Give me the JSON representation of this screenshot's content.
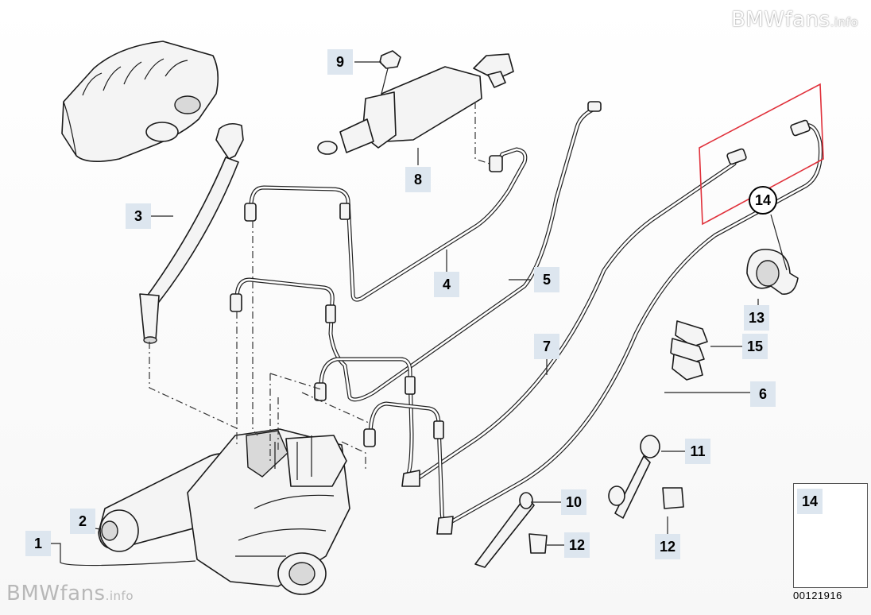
{
  "watermarks": {
    "brand": "BMWfans",
    "suffix": ".info"
  },
  "callouts": [
    {
      "id": "c1",
      "label": "1"
    },
    {
      "id": "c2",
      "label": "2"
    },
    {
      "id": "c3",
      "label": "3"
    },
    {
      "id": "c4",
      "label": "4"
    },
    {
      "id": "c5",
      "label": "5"
    },
    {
      "id": "c6",
      "label": "6"
    },
    {
      "id": "c7",
      "label": "7"
    },
    {
      "id": "c8",
      "label": "8"
    },
    {
      "id": "c9",
      "label": "9"
    },
    {
      "id": "c10",
      "label": "10"
    },
    {
      "id": "c11",
      "label": "11"
    },
    {
      "id": "c12a",
      "label": "12"
    },
    {
      "id": "c12b",
      "label": "12"
    },
    {
      "id": "c13",
      "label": "13"
    },
    {
      "id": "c14",
      "label": "14"
    },
    {
      "id": "c15",
      "label": "15"
    }
  ],
  "legend": {
    "label": "14",
    "code": "00121916"
  },
  "colors": {
    "highlight": "#e0303a",
    "callout_bg": "#dde6ef",
    "line": "#222222"
  }
}
